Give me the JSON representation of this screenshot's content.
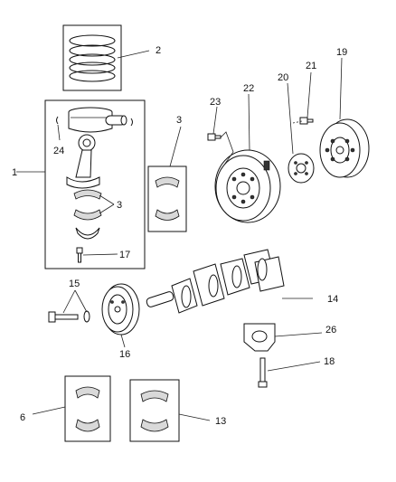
{
  "callouts": {
    "c1": "1",
    "c2": "2",
    "c3a": "3",
    "c3b": "3",
    "c6": "6",
    "c13": "13",
    "c14": "14",
    "c15": "15",
    "c16": "16",
    "c17": "17",
    "c18": "18",
    "c19": "19",
    "c20": "20",
    "c21": "21",
    "c22": "22",
    "c23": "23",
    "c24": "24",
    "c26": "26"
  }
}
